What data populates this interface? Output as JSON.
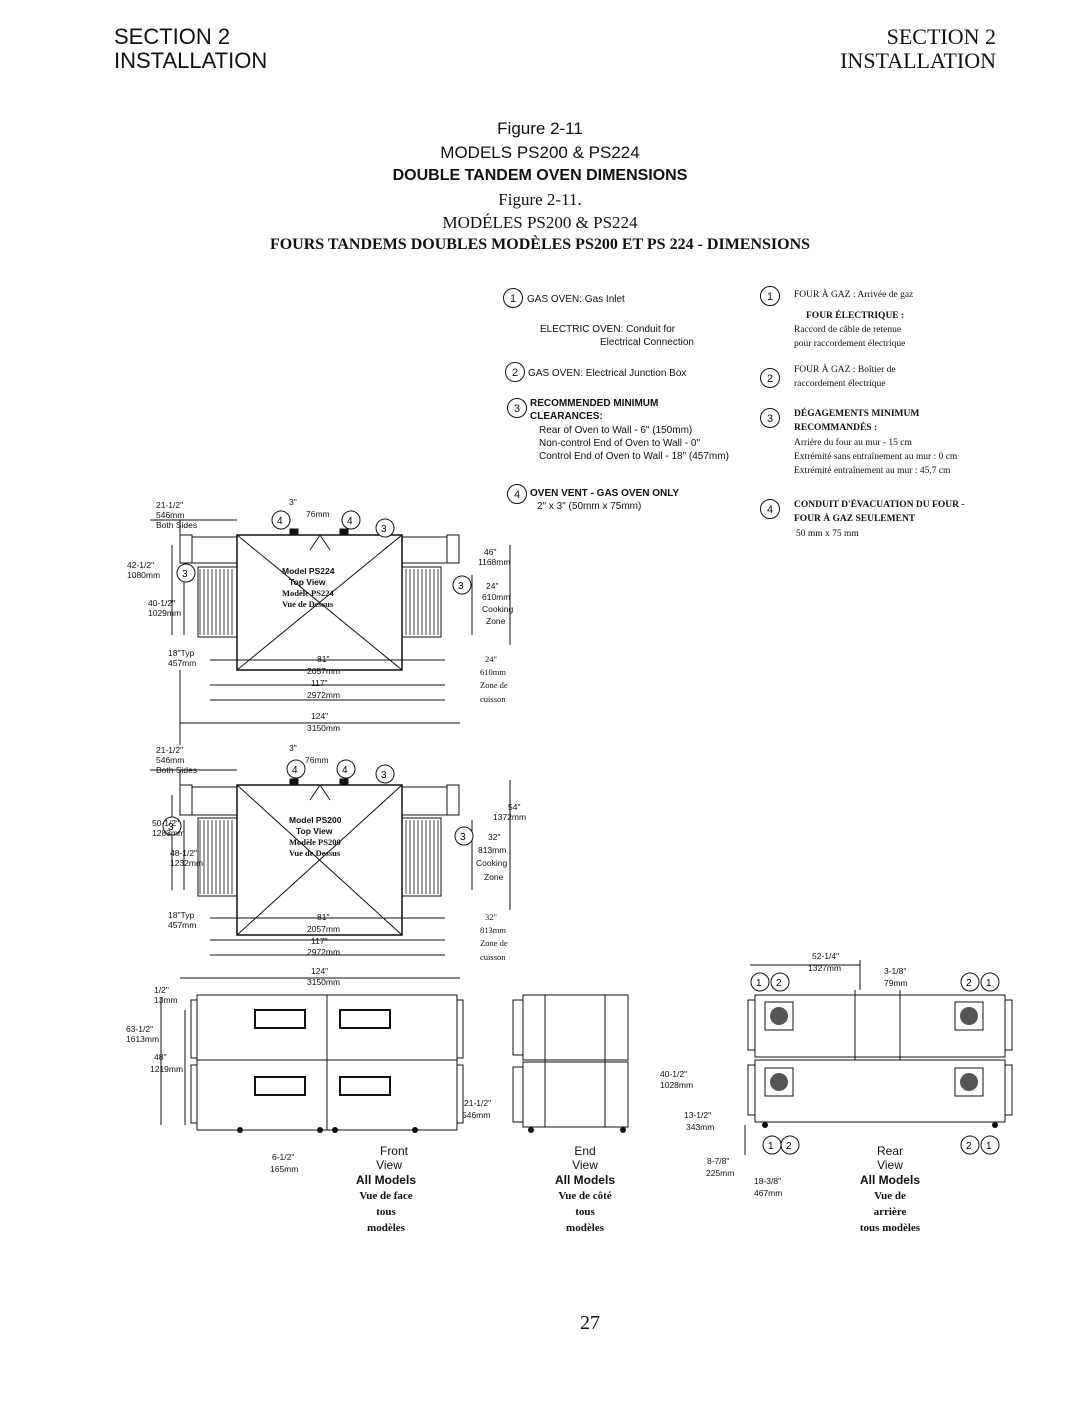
{
  "header": {
    "left_section": "SECTION 2",
    "left_installation": "INSTALLATION",
    "right_section": "SECTION 2",
    "right_installation": "INSTALLATION"
  },
  "titles": {
    "figure_en": "Figure 2-11",
    "models_en": "MODELS PS200 & PS224",
    "subtitle_en": "DOUBLE TANDEM OVEN DIMENSIONS",
    "figure_fr": "Figure 2-11.",
    "models_fr": "MODÉLES PS200 & PS224",
    "subtitle_fr": "FOURS TANDEMS DOUBLES MODÈLES PS200 ET PS 224 - DIMENSIONS"
  },
  "legend_en": {
    "n1": "1",
    "n2": "2",
    "n3": "3",
    "n4": "4",
    "item1_a": "GAS OVEN: Gas Inlet",
    "item1_b": "ELECTRIC OVEN: Conduit for",
    "item1_c": "Electrical Connection",
    "item2": "GAS OVEN: Electrical Junction Box",
    "item3_a": "RECOMMENDED MINIMUM",
    "item3_b": "CLEARANCES:",
    "item3_c": "Rear of Oven to Wall - 6\" (150mm)",
    "item3_d": "Non-control End of Oven to Wall - 0\"",
    "item3_e": "Control End of Oven to Wall - 18\" (457mm)",
    "item4_a": "OVEN VENT - GAS OVEN ONLY",
    "item4_b": "2\" x 3\" (50mm x 75mm)"
  },
  "legend_fr": {
    "item1_a": "FOUR À GAZ : Arrivée de gaz",
    "item1_b": "FOUR ÉLECTRIQUE :",
    "item1_c": "Raccord de câble de retenue",
    "item1_d": "pour raccordement électrique",
    "item2_a": "FOUR À GAZ : Boîtier de",
    "item2_b": "raccordement électrique",
    "item3_a": "DÉGAGEMENTS MINIMUM",
    "item3_b": "RECOMMANDÉS :",
    "item3_c": "Arrière du four au mur - 15 cm",
    "item3_d": "Extrémité sans entraînement au mur : 0 cm",
    "item3_e": "Extrémité entraînement au mur : 45,7 cm",
    "item4_a": "CONDUIT D'ÉVACUATION DU FOUR -",
    "item4_b": "FOUR À GAZ SEULEMENT",
    "item4_c": "50 mm x 75 mm"
  },
  "top_view_ps224": {
    "model": "Model PS224",
    "view": "Top View",
    "model_fr": "Modèle PS224",
    "view_fr": "Vue de Dessus",
    "d_both_a": "21-1/2\"",
    "d_both_b": "546mm",
    "d_both_c": "Both Sides",
    "d_vent_a": "3\"",
    "d_vent_b": "76mm",
    "d_h1_a": "42-1/2\"",
    "d_h1_b": "1080mm",
    "d_h2_a": "40-1/2\"",
    "d_h2_b": "1029mm",
    "d_depth_a": "46\"",
    "d_depth_b": "1168mm",
    "d_cz_a": "24\"",
    "d_cz_b": "610mm",
    "d_cz_c": "Cooking",
    "d_cz_d": "Zone",
    "d_typ_a": "18\"Typ",
    "d_typ_b": "457mm",
    "d_l1_a": "81\"",
    "d_l1_b": "2057mm",
    "d_l2_a": "117\"",
    "d_l2_b": "2972mm",
    "d_l3_a": "124\"",
    "d_l3_b": "3150mm",
    "d_fr_a": "24\"",
    "d_fr_b": "610mm",
    "d_fr_c": "Zone de",
    "d_fr_d": "cuisson"
  },
  "top_view_ps200": {
    "model": "Model PS200",
    "view": "Top View",
    "model_fr": "Modèle PS200",
    "view_fr": "Vue de Dessus",
    "d_both_a": "21-1/2\"",
    "d_both_b": "546mm",
    "d_both_c": "Both Sides",
    "d_vent_a": "3\"",
    "d_vent_b": "76mm",
    "d_h1_a": "50-1/2\"",
    "d_h1_b": "1283mm",
    "d_h2_a": "48-1/2\"",
    "d_h2_b": "1232mm",
    "d_depth_a": "54\"",
    "d_depth_b": "1372mm",
    "d_cz_a": "32\"",
    "d_cz_b": "813mm",
    "d_cz_c": "Cooking",
    "d_cz_d": "Zone",
    "d_typ_a": "18\"Typ",
    "d_typ_b": "457mm",
    "d_l1_a": "81\"",
    "d_l1_b": "2057mm",
    "d_l2_a": "117\"",
    "d_l2_b": "2972mm",
    "d_l3_a": "124\"",
    "d_l3_b": "3150mm",
    "d_fr_a": "32\"",
    "d_fr_b": "813mm",
    "d_fr_c": "Zone de",
    "d_fr_d": "cuisson"
  },
  "front_view": {
    "d_half_a": "1/2\"",
    "d_half_b": "13mm",
    "d_h_a": "63-1/2\"",
    "d_h_b": "1613mm",
    "d_h2_a": "48\"",
    "d_h2_b": "1219mm",
    "d_foot_a": "6-1/2\"",
    "d_foot_b": "165mm",
    "cap1": "Front",
    "cap2": "View",
    "cap3": "All Models",
    "fr1": "Vue de face",
    "fr2": "tous",
    "fr3": "modèles"
  },
  "end_view": {
    "d_w_a": "21-1/2\"",
    "d_w_b": "546mm",
    "cap1": "End",
    "cap2": "View",
    "cap3": "All Models",
    "fr1": "Vue de côté",
    "fr2": "tous",
    "fr3": "modèles"
  },
  "rear_view": {
    "d_w_a": "52-1/4\"",
    "d_w_b": "1327mm",
    "d_v_a": "3-1/8\"",
    "d_v_b": "79mm",
    "d_h_a": "40-1/2\"",
    "d_h_b": "1028mm",
    "d_b_a": "13-1/2\"",
    "d_b_b": "343mm",
    "d_c_a": "8-7/8\"",
    "d_c_b": "225mm",
    "d_d_a": "18-3/8\"",
    "d_d_b": "467mm",
    "cap1": "Rear",
    "cap2": "View",
    "cap3": "All Models",
    "fr1": "Vue de",
    "fr2": "arrière",
    "fr3": "tous modèles"
  },
  "page_number": "27"
}
